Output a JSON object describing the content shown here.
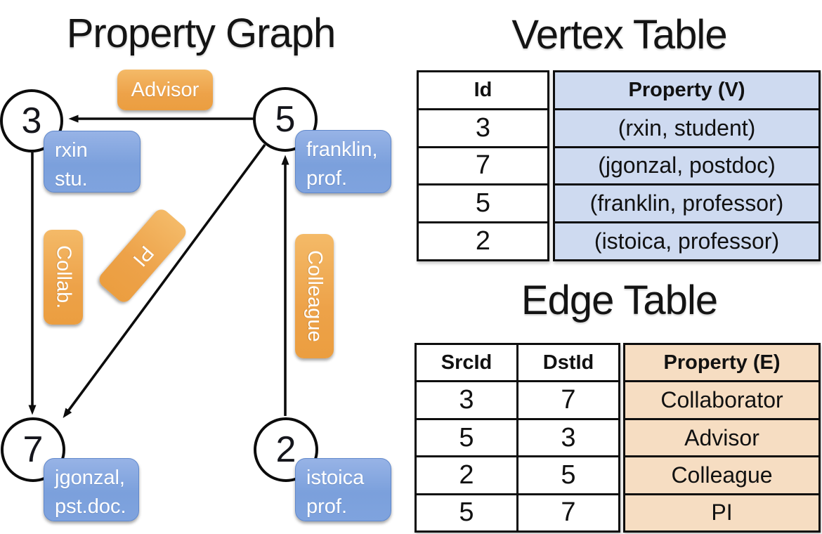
{
  "graph": {
    "title": "Property Graph",
    "vertices": [
      {
        "id": "3",
        "line1": "rxin",
        "line2": "stu."
      },
      {
        "id": "5",
        "line1": "franklin,",
        "line2": "prof."
      },
      {
        "id": "7",
        "line1": "jgonzal,",
        "line2": "pst.doc."
      },
      {
        "id": "2",
        "line1": "istoica",
        "line2": "prof."
      }
    ],
    "edge_labels": [
      {
        "label": "Advisor"
      },
      {
        "label": "Collab."
      },
      {
        "label": "PI"
      },
      {
        "label": "Colleague"
      }
    ]
  },
  "vertex_table": {
    "title": "Vertex Table",
    "columns": {
      "id": "Id",
      "property": "Property (V)"
    },
    "rows": [
      {
        "id": "3",
        "property": "(rxin, student)"
      },
      {
        "id": "7",
        "property": "(jgonzal, postdoc)"
      },
      {
        "id": "5",
        "property": "(franklin, professor)"
      },
      {
        "id": "2",
        "property": "(istoica, professor)"
      }
    ]
  },
  "edge_table": {
    "title": "Edge Table",
    "columns": {
      "src": "SrcId",
      "dst": "DstId",
      "property": "Property (E)"
    },
    "rows": [
      {
        "src": "3",
        "dst": "7",
        "property": "Collaborator"
      },
      {
        "src": "5",
        "dst": "3",
        "property": "Advisor"
      },
      {
        "src": "2",
        "dst": "5",
        "property": "Colleague"
      },
      {
        "src": "5",
        "dst": "7",
        "property": "PI"
      }
    ]
  },
  "colors": {
    "node_box_blue": "#7ba0dc",
    "edge_box_orange": "#eda249",
    "vertex_table_fill": "#cedaf0",
    "edge_table_fill": "#f6ddc2",
    "line_black": "#0c0c0c"
  }
}
